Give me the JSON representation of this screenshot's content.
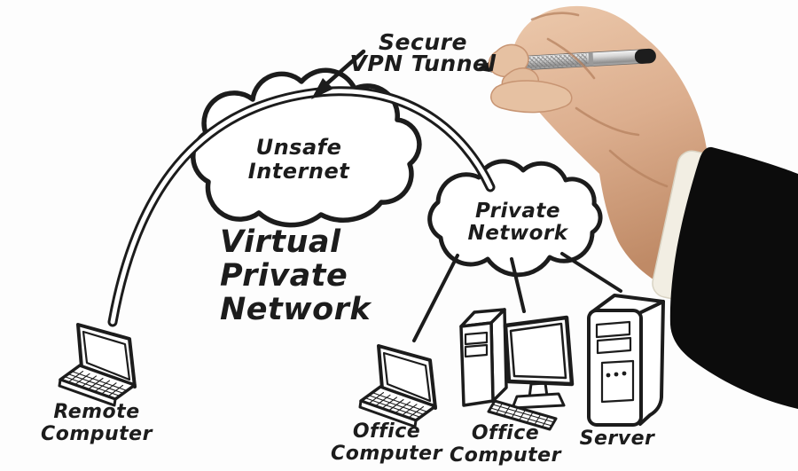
{
  "diagram": {
    "title_lines": [
      "Virtual",
      "Private",
      "Network"
    ],
    "tunnel_label_lines": [
      "Secure",
      "VPN Tunnel"
    ],
    "unsafe_cloud_lines": [
      "Unsafe",
      "Internet"
    ],
    "private_cloud_lines": [
      "Private",
      "Network"
    ],
    "node_labels": {
      "remote_computer": [
        "Remote",
        "Computer"
      ],
      "office_laptop": [
        "Office",
        "Computer"
      ],
      "office_desktop": [
        "Office",
        "Computer"
      ],
      "server": [
        "Server"
      ]
    }
  },
  "colors": {
    "ink": "#1c1c1c",
    "skin": "#dcae8e",
    "skin_shadow": "#b5825f",
    "cuff": "#f2eee3",
    "sleeve": "#0c0c0c",
    "pen_silver": "#c9c9c9",
    "background": "#fdfdfd"
  }
}
